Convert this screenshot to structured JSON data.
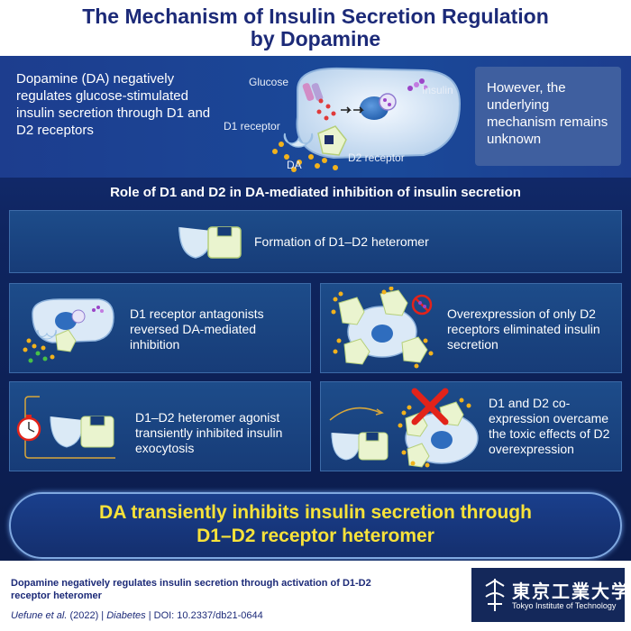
{
  "title": {
    "line1": "The Mechanism of Insulin Secretion Regulation",
    "line2": "by Dopamine"
  },
  "intro": {
    "text": "Dopamine (DA) negatively regulates glucose-stimulated insulin secretion through D1 and D2 receptors",
    "unknown": "However, the underlying mechanism remains unknown",
    "labels": {
      "glucose": "Glucose",
      "insulin": "Insulin",
      "d1": "D1 receptor",
      "da": "DA",
      "d2": "D2 receptor"
    }
  },
  "role_title": "Role of D1 and D2 in DA-mediated inhibition of insulin secretion",
  "panels": {
    "heteromer": "Formation of D1–D2 heteromer",
    "antagonist": "D1 receptor antagonists reversed DA-mediated inhibition",
    "overexpression": "Overexpression of only D2 receptors eliminated insulin secretion",
    "agonist": "D1–D2 heteromer agonist transiently inhibited insulin exocytosis",
    "coexpression": "D1 and D2 co-expression overcame the toxic effects of D2 overexpression"
  },
  "conclusion": {
    "line1": "DA transiently inhibits insulin secretion through",
    "line2": "D1–D2 receptor heteromer"
  },
  "footer": {
    "title": "Dopamine negatively regulates insulin secretion through activation of D1-D2 receptor heteromer",
    "authors": "Uefune et al.",
    "year": "(2022)",
    "journal": "Diabetes",
    "doi": "DOI: 10.2337/db21-0644",
    "logo_ja": "東京工業大学",
    "logo_en": "Tokyo Institute of Technology"
  },
  "colors": {
    "title": "#1c2a78",
    "conclusion_text": "#f7e23a",
    "d1_receptor": "#dbeaf6",
    "d2_receptor": "#eaf4cf",
    "dopamine_dot": "#f2b21c",
    "glucose_dot": "#e03a3a",
    "insulin": "#9b45c8",
    "cross": "#e2231a"
  }
}
